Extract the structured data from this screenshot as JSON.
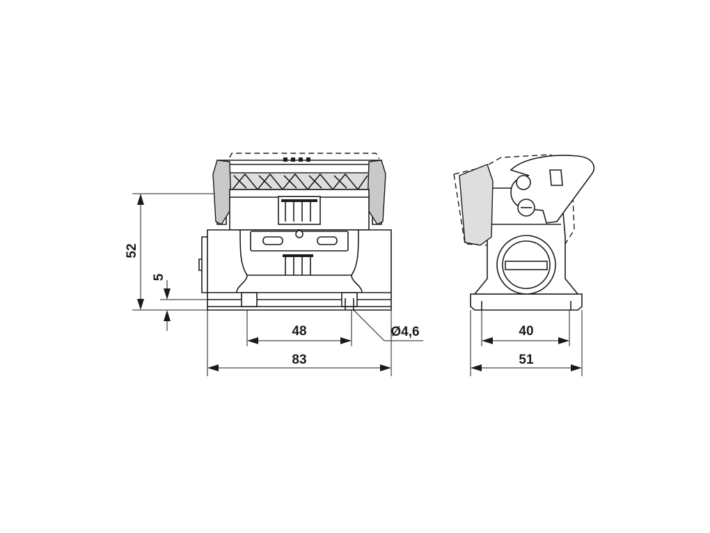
{
  "dimensions": {
    "front_height": "52",
    "front_base_height": "5",
    "front_hole_spacing": "48",
    "front_width": "83",
    "hole_diameter": "Ø4,6",
    "side_hole_spacing": "40",
    "side_width": "51"
  }
}
